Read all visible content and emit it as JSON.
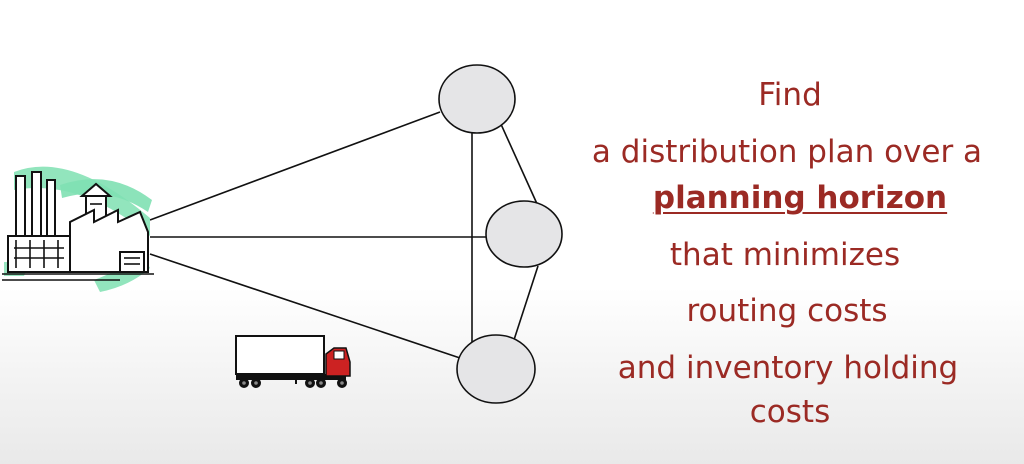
{
  "lines": {
    "l1": "Find",
    "l2": "a distribution plan over a",
    "l3": "planning horizon",
    "l4": "that minimizes",
    "l5": "routing costs",
    "l6": "and inventory holding",
    "l7": "costs"
  },
  "colors": {
    "text": "#9b2a24",
    "node_fill": "#e5e5e7",
    "factory_accent": "#7fe0b2",
    "truck_cab": "#cc2222"
  },
  "icons": {
    "factory": "factory-icon",
    "truck": "truck-icon"
  }
}
